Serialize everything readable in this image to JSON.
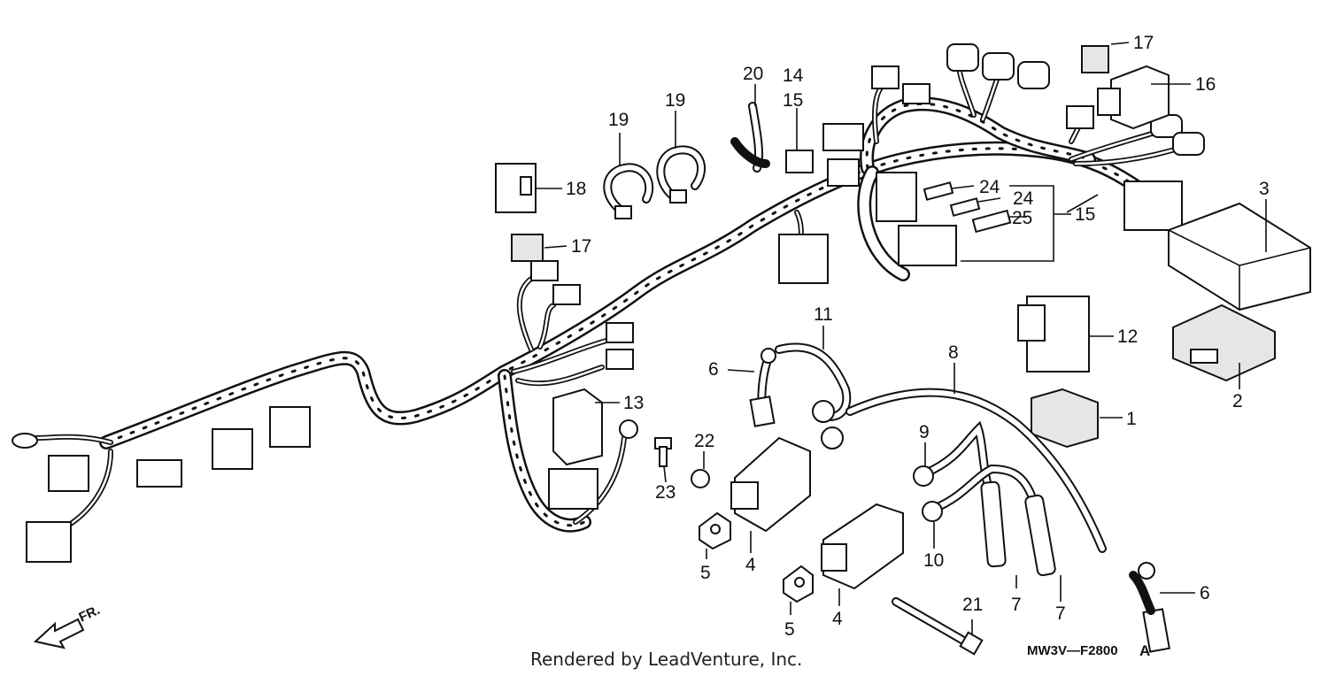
{
  "diagram": {
    "drawing_code": "MW3V—F2800",
    "drawing_code_suffix": "A",
    "direction_label": "FR.",
    "credit": "Rendered by LeadVenture, Inc.",
    "callouts": [
      "1",
      "2",
      "3",
      "4",
      "4",
      "5",
      "5",
      "6",
      "6",
      "7",
      "7",
      "8",
      "9",
      "10",
      "11",
      "12",
      "13",
      "14",
      "15",
      "15",
      "16",
      "17",
      "17",
      "18",
      "19",
      "19",
      "20",
      "21",
      "22",
      "23",
      "24",
      "24",
      "25"
    ]
  }
}
